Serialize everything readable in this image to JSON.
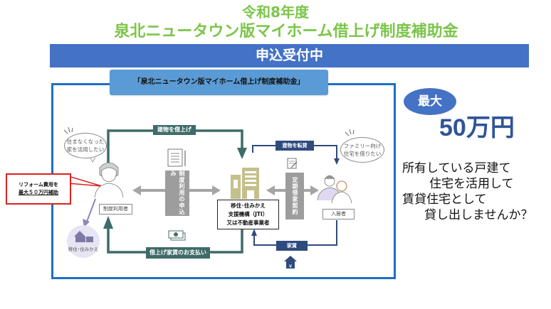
{
  "header": {
    "year_title": "令和8年度",
    "program_title": "泉北ニュータウン版マイホーム借上げ制度補助金",
    "status_banner": "申込受付中"
  },
  "diagram": {
    "title": "「泉北ニュータウン版マイホーム借上げ制度補助金」",
    "flow_labels": {
      "lease_building": "建物を借上げ",
      "sublease_building": "建物を転貸",
      "rent_payment": "借上げ家賃のお支払い",
      "rent": "家賃"
    },
    "vertical_labels": {
      "application": "制度利用の申込み",
      "lease_contract": "定期借家契約"
    },
    "roles": {
      "owner": "制度利用者",
      "tenant": "入居者",
      "agency_line1": "移住･住みかえ",
      "agency_line2": "支援機構（JTI）",
      "agency_line3": "又は不動産事業者",
      "relocation": "移住･住みかえ"
    },
    "bubbles": {
      "owner_line1": "住まなくなった",
      "owner_line2": "家を活用したい",
      "tenant_line1": "ファミリー向け",
      "tenant_line2": "住宅を借りたい"
    },
    "callout": {
      "line1": "リフォーム費用を",
      "line2": "最大５０万円補助"
    }
  },
  "offer": {
    "max_label": "最大",
    "amount": "50万円",
    "pitch": [
      "所有している戸建て",
      "住宅を活用して",
      "賃貸住宅として",
      "貸し出しませんか？"
    ]
  },
  "colors": {
    "title_green": "#7cc549",
    "banner_blue": "#4472c4",
    "frame_blue": "#1e6fc5",
    "diagram_title_blue": "#5b9bd5",
    "flow_green": "#3e6b68",
    "flow_navy": "#2f4a7d",
    "callout_red": "#e02020",
    "amount_blue": "#2f5597"
  }
}
